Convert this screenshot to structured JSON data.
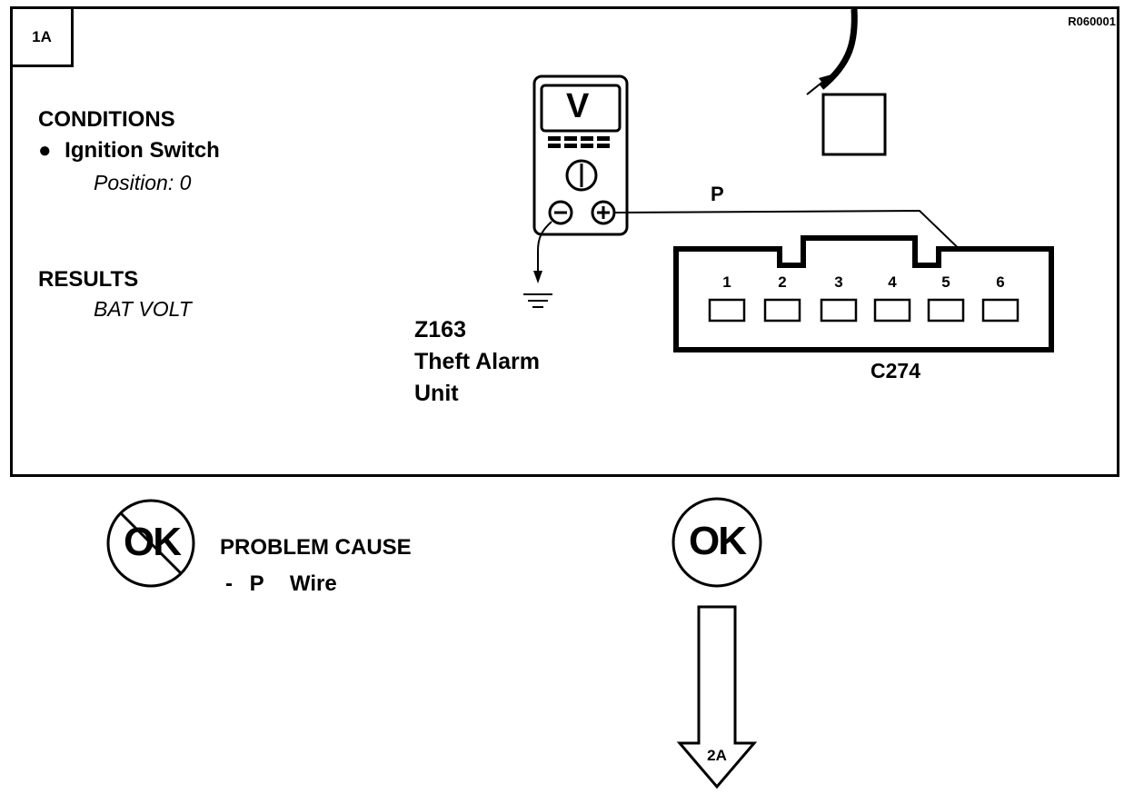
{
  "step_id": "1A",
  "reference_code": "R060001",
  "conditions": {
    "heading": "CONDITIONS",
    "bullet": "●",
    "item": "Ignition Switch",
    "detail": "Position: 0"
  },
  "results": {
    "heading": "RESULTS",
    "value": "BAT VOLT"
  },
  "meter": {
    "display": "V"
  },
  "component": {
    "code": "Z163",
    "name_line1": "Theft Alarm",
    "name_line2": "Unit"
  },
  "wire": {
    "label": "P"
  },
  "connector": {
    "name": "C274",
    "pins": [
      "1",
      "2",
      "3",
      "4",
      "5",
      "6"
    ]
  },
  "outcomes": {
    "not_ok": {
      "symbol": "OK",
      "heading": "PROBLEM CAUSE",
      "dash": "-",
      "wire": "P",
      "item": "Wire"
    },
    "ok": {
      "symbol": "OK",
      "next_step": "2A"
    }
  }
}
